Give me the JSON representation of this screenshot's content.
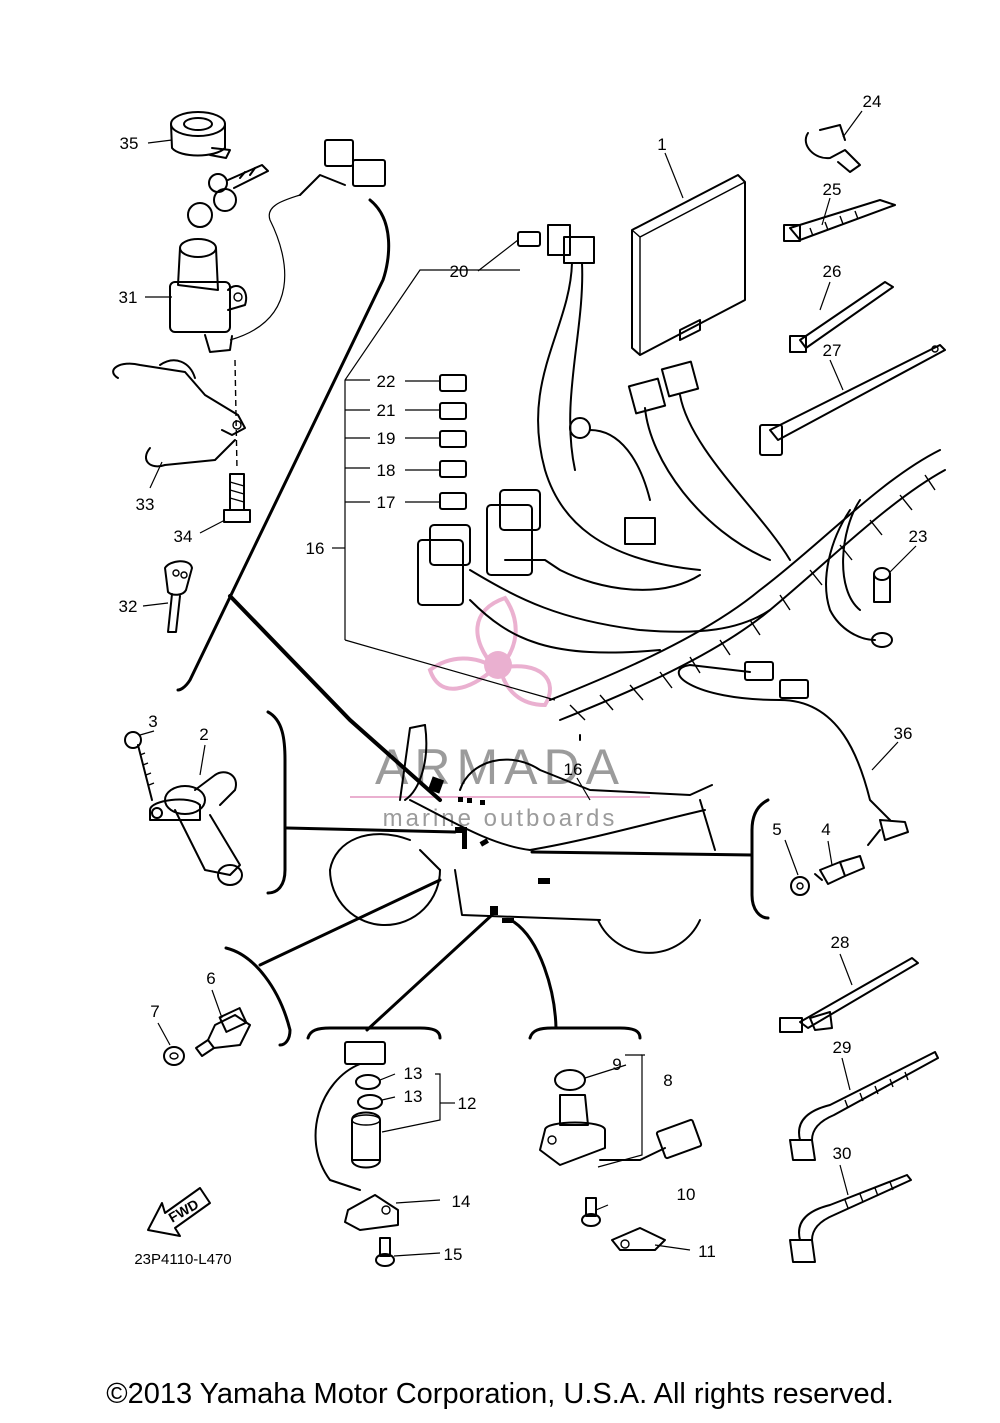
{
  "diagram": {
    "code": "23P4110-L470",
    "fwd_label": "FWD",
    "watermark": {
      "brand": "ARMADA",
      "tagline": "marine outboards",
      "color": "#e7a3c8",
      "text_color": "#8a8a8a"
    },
    "callouts": [
      {
        "id": "p1",
        "number": "1"
      },
      {
        "id": "p2",
        "number": "2"
      },
      {
        "id": "p3",
        "number": "3"
      },
      {
        "id": "p4",
        "number": "4"
      },
      {
        "id": "p5",
        "number": "5"
      },
      {
        "id": "p6",
        "number": "6"
      },
      {
        "id": "p7",
        "number": "7"
      },
      {
        "id": "p8",
        "number": "8"
      },
      {
        "id": "p9",
        "number": "9"
      },
      {
        "id": "p10",
        "number": "10"
      },
      {
        "id": "p11",
        "number": "11"
      },
      {
        "id": "p12",
        "number": "12"
      },
      {
        "id": "p13a",
        "number": "13"
      },
      {
        "id": "p13b",
        "number": "13"
      },
      {
        "id": "p14",
        "number": "14"
      },
      {
        "id": "p15",
        "number": "15"
      },
      {
        "id": "p16a",
        "number": "16"
      },
      {
        "id": "p16b",
        "number": "16"
      },
      {
        "id": "p17",
        "number": "17"
      },
      {
        "id": "p18",
        "number": "18"
      },
      {
        "id": "p19",
        "number": "19"
      },
      {
        "id": "p20",
        "number": "20"
      },
      {
        "id": "p21",
        "number": "21"
      },
      {
        "id": "p22",
        "number": "22"
      },
      {
        "id": "p23",
        "number": "23"
      },
      {
        "id": "p24",
        "number": "24"
      },
      {
        "id": "p25",
        "number": "25"
      },
      {
        "id": "p26",
        "number": "26"
      },
      {
        "id": "p27",
        "number": "27"
      },
      {
        "id": "p28",
        "number": "28"
      },
      {
        "id": "p29",
        "number": "29"
      },
      {
        "id": "p30",
        "number": "30"
      },
      {
        "id": "p31",
        "number": "31"
      },
      {
        "id": "p32",
        "number": "32"
      },
      {
        "id": "p33",
        "number": "33"
      },
      {
        "id": "p34",
        "number": "34"
      },
      {
        "id": "p35",
        "number": "35"
      },
      {
        "id": "p36",
        "number": "36"
      }
    ]
  },
  "footer": {
    "copyright": "©2013 Yamaha Motor Corporation, U.S.A. All rights reserved."
  }
}
